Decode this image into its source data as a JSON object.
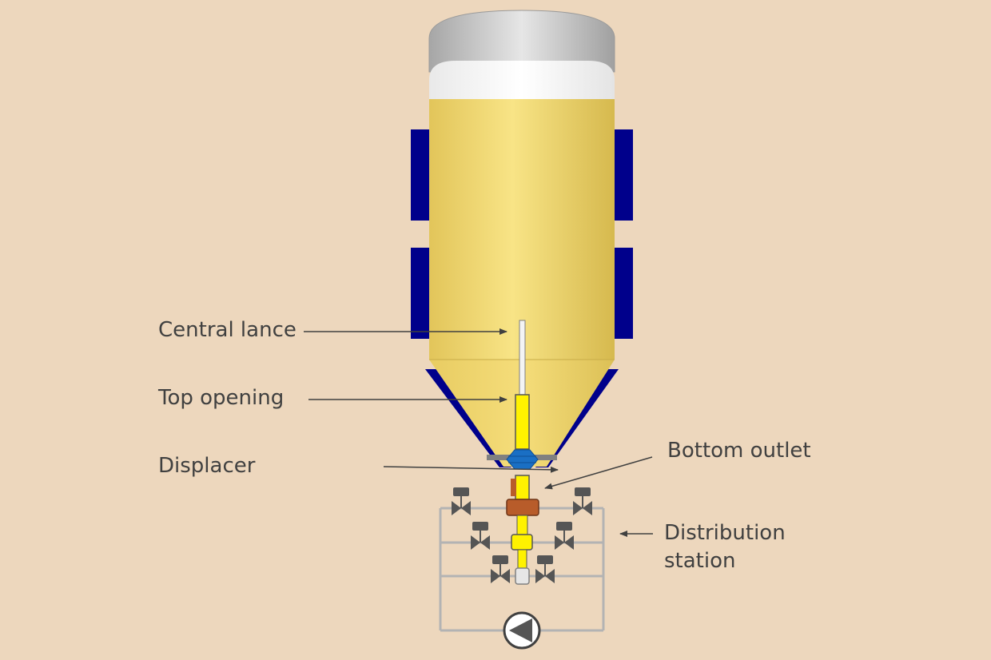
{
  "labels": {
    "central_lance": "Central lance",
    "top_opening": "Top opening",
    "displacer": "Displacer",
    "bottom_outlet": "Bottom outlet",
    "distribution_station": "Distribution station"
  },
  "colors": {
    "background": "#EDD7BD",
    "product": "#F2D76A",
    "jacket": "#00008B",
    "lance": "#FFF200",
    "displacer": "#1A6FC4",
    "bottom_outlet": "#B85C2A",
    "piping": "#B3B3B3",
    "valve": "#555555",
    "text": "#404040",
    "arrow": "#404040"
  },
  "icons": [
    "valve-icon",
    "pump-icon",
    "arrow-icon"
  ]
}
